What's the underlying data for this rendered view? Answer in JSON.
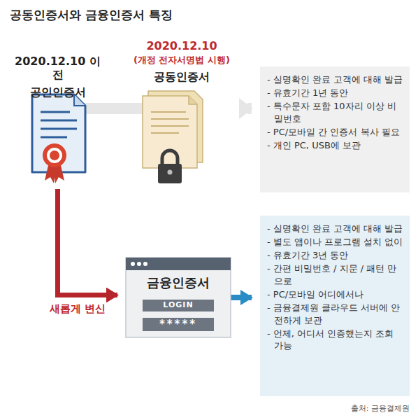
{
  "diagram": {
    "title": "공동인증서와 금융인증서 특징",
    "nodes": [
      {
        "text": [
          "2020.12.10 이전",
          "공인인증서"
        ]
      },
      {
        "text": [
          "2020.12.10",
          "(개정 전자서명법 시행)",
          "공동인증서"
        ]
      },
      {
        "text": [
          "- 실명확인 완료 고객에 대해 발급",
          "- 유효기간 1년 동안",
          "- 특수문자 포함 10자리 이상 비밀번호",
          "- PC/모바일 간 인증서 복사 필요",
          "- 개인 PC, USB에 보관"
        ]
      },
      {
        "text": [
          "금융인증서"
        ]
      },
      {
        "text": [
          "LOGIN"
        ],
        "in": 3
      },
      {
        "text": [
          "*****"
        ],
        "in": 3
      },
      {
        "text": [
          "- 실명확인 완료 고객에 대해 발급",
          "- 별도 앱이나 프로그램 설치 없이",
          "- 유효기간 3년 동안",
          "- 간편 비밀번호 / 지문 / 패턴 만으로",
          "- PC/모바일 어디에서나",
          "- 금융결제원 클라우드 서버에 안전하게 보관",
          "- 언제, 어디서 인증했는지 조회 가능"
        ]
      }
    ],
    "edges": [
      {
        "from": 0,
        "to": 1,
        "arrow": "none"
      },
      {
        "from": 1,
        "to": 2,
        "arrow": "to"
      },
      {
        "from": 0,
        "to": 3,
        "arrow": "to",
        "label": "새롭게 변신"
      },
      {
        "from": 3,
        "to": 6,
        "arrow": "to"
      }
    ],
    "labels": [
      "출처: 금융결제원"
    ]
  }
}
